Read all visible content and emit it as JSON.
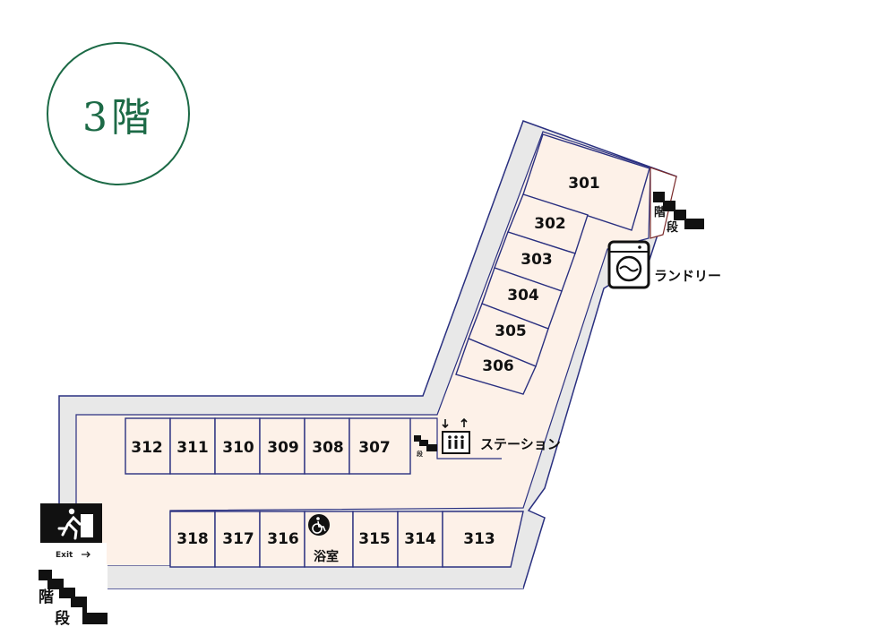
{
  "floor": {
    "title": "3階"
  },
  "rooms": [
    {
      "id": "301",
      "label": "301"
    },
    {
      "id": "302",
      "label": "302"
    },
    {
      "id": "303",
      "label": "303"
    },
    {
      "id": "304",
      "label": "304"
    },
    {
      "id": "305",
      "label": "305"
    },
    {
      "id": "306",
      "label": "306"
    },
    {
      "id": "307",
      "label": "307"
    },
    {
      "id": "308",
      "label": "308"
    },
    {
      "id": "309",
      "label": "309"
    },
    {
      "id": "310",
      "label": "310"
    },
    {
      "id": "311",
      "label": "311"
    },
    {
      "id": "312",
      "label": "312"
    },
    {
      "id": "313",
      "label": "313"
    },
    {
      "id": "314",
      "label": "314"
    },
    {
      "id": "315",
      "label": "315"
    },
    {
      "id": "316",
      "label": "316"
    },
    {
      "id": "317",
      "label": "317"
    },
    {
      "id": "318",
      "label": "318"
    }
  ],
  "facilities": {
    "laundry": "ランドリー",
    "station": "ステーション",
    "bath": "浴室",
    "stairs_kanji_top": "階",
    "stairs_kanji_bottom": "段",
    "exit": "Exit"
  },
  "icons": [
    "stairs-icon",
    "laundry-icon",
    "elevator-icon",
    "wheelchair-icon",
    "emergency-exit-icon"
  ],
  "colors": {
    "title_green": "#1c6a46",
    "floor_fill": "#fdf1e8",
    "wall_gray": "#e8e8e8",
    "outline_navy": "#2a3080"
  }
}
